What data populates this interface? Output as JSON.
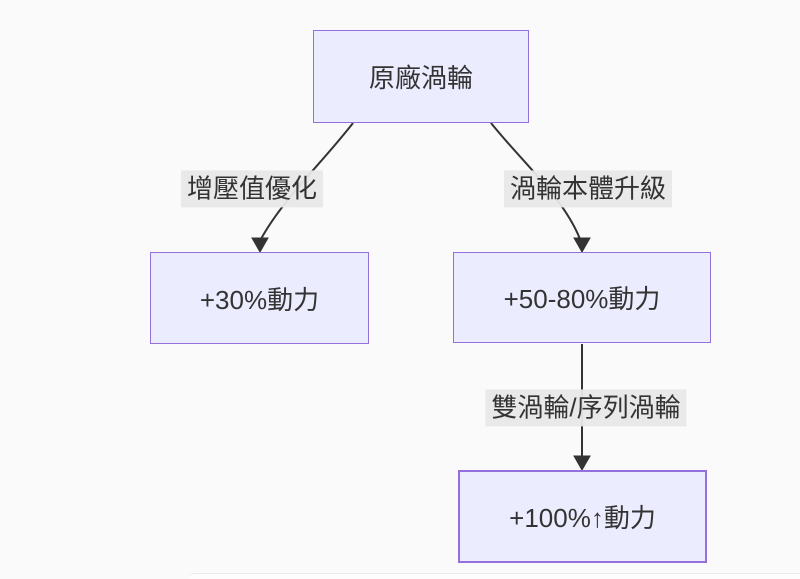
{
  "diagram": {
    "type": "flowchart",
    "direction": "top-down",
    "nodes": [
      {
        "id": "A",
        "label": "原廠渦輪"
      },
      {
        "id": "B",
        "label": "+30%動力"
      },
      {
        "id": "C",
        "label": "+50-80%動力"
      },
      {
        "id": "D",
        "label": "+100%↑動力"
      }
    ],
    "edges": [
      {
        "from": "A",
        "to": "B",
        "label": "增壓值優化"
      },
      {
        "from": "A",
        "to": "C",
        "label": "渦輪本體升級"
      },
      {
        "from": "C",
        "to": "D",
        "label": "雙渦輪/序列渦輪"
      }
    ],
    "colors": {
      "canvas_background": "#FAFAFA",
      "node_fill": "#ECECFF",
      "node_border": "#9370DB",
      "edge_line": "#333333",
      "edge_label_background": "#E8E8E8",
      "text": "#333333"
    }
  }
}
